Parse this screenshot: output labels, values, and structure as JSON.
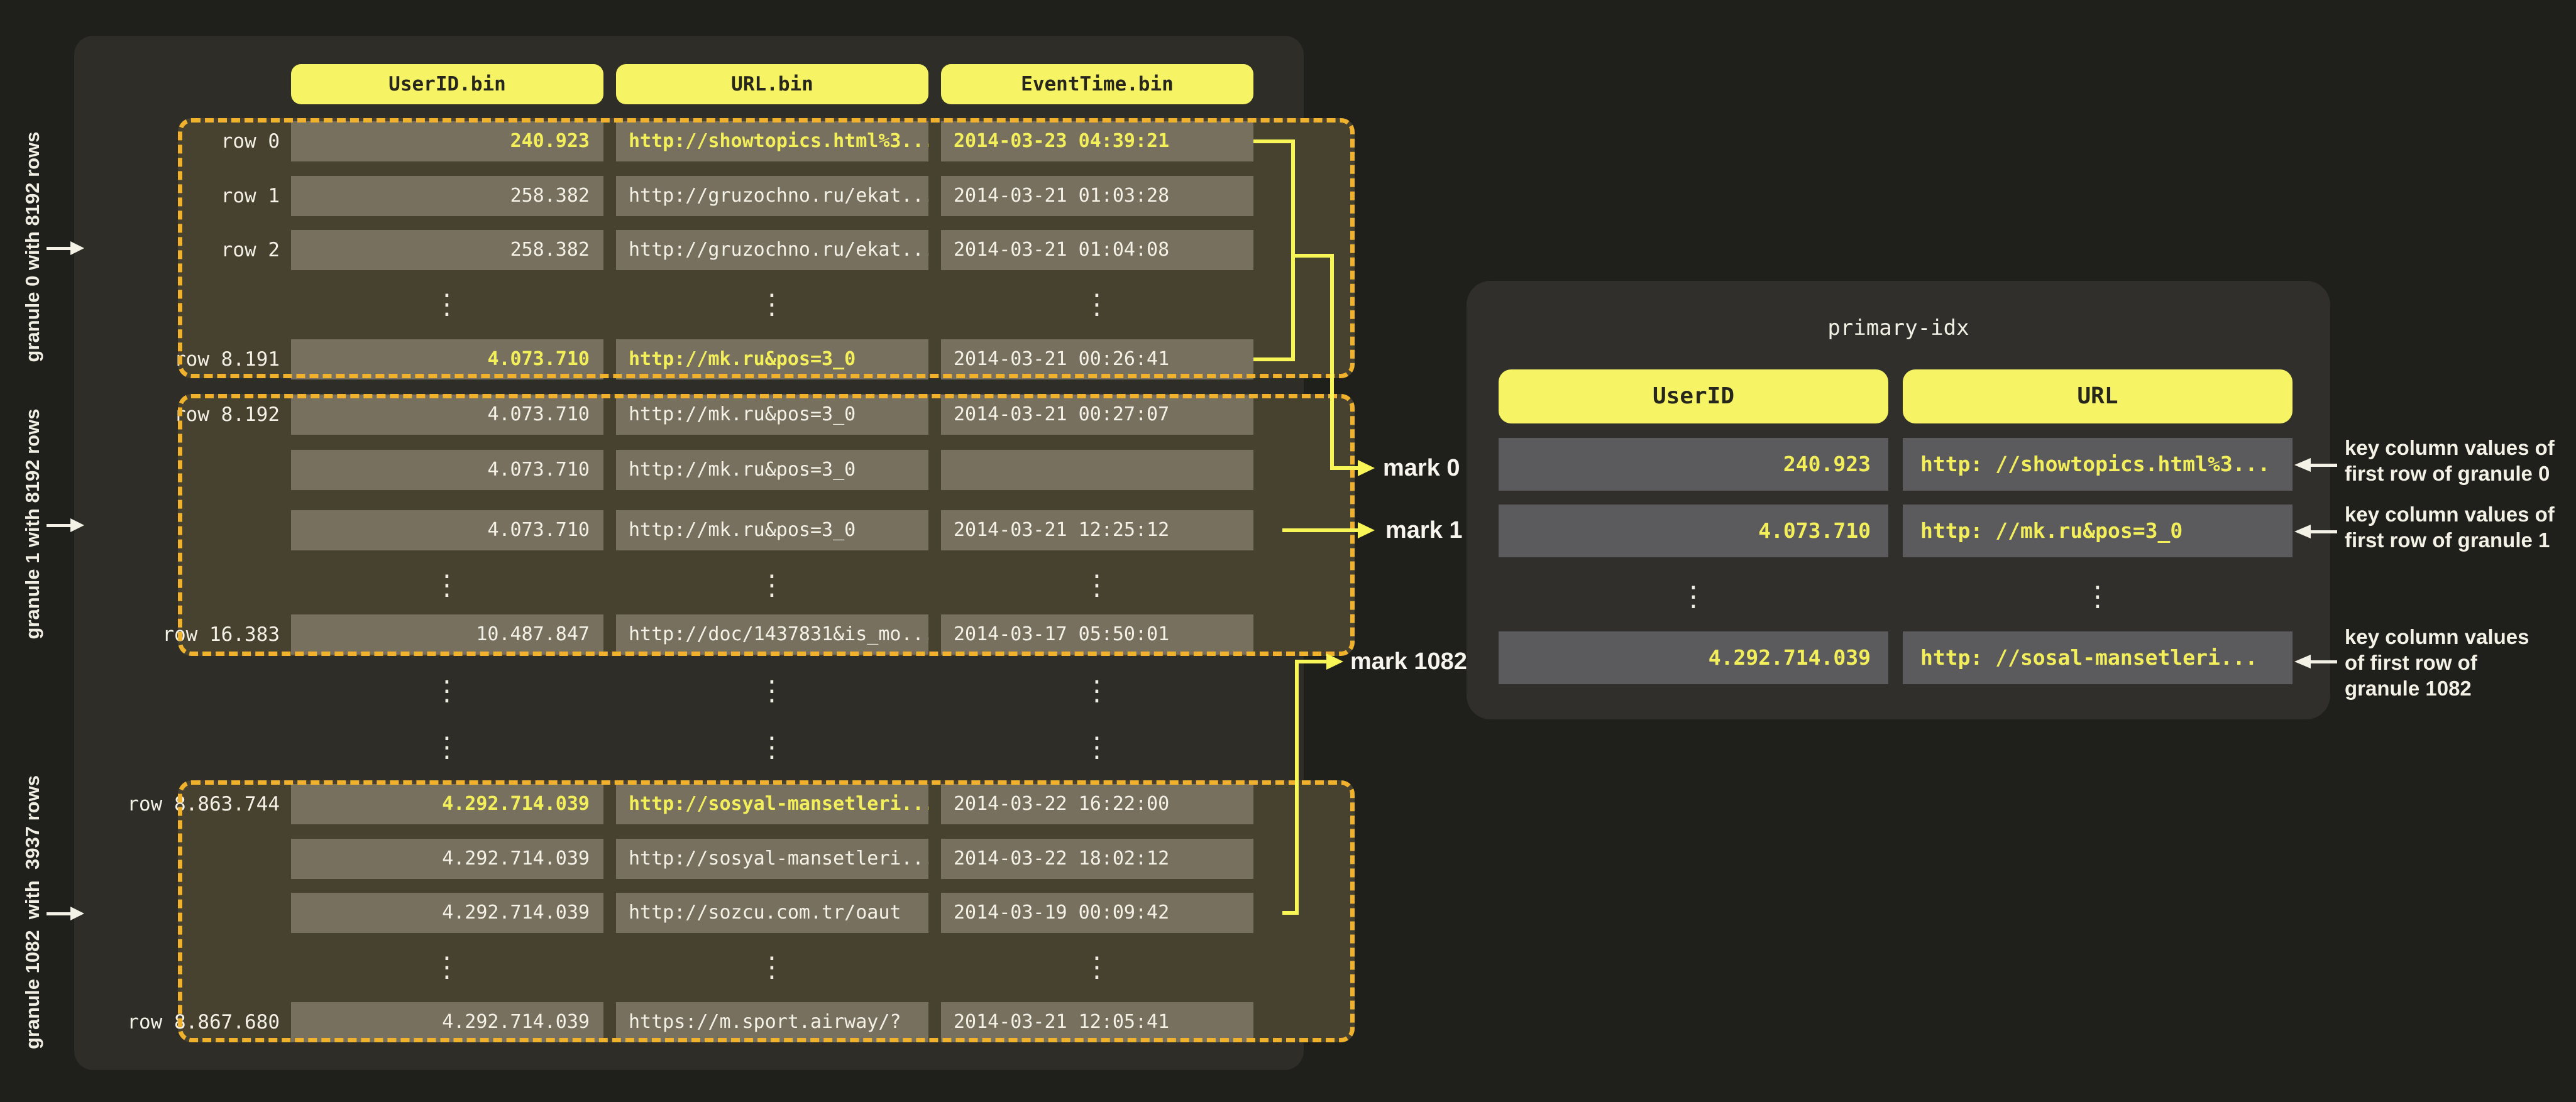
{
  "left_panel": {
    "headers": [
      "UserID.bin",
      "URL.bin",
      "EventTime.bin"
    ],
    "granule_labels": [
      "granule 0 with 8192 rows",
      "granule 1 with 8192 rows",
      "granule 1082  with  3937 rows"
    ],
    "rows": {
      "g0r0": {
        "label": "row 0",
        "user_id": "240.923",
        "url": "http://showtopics.html%3...",
        "event_time": "2014-03-23 04:39:21"
      },
      "g0r1": {
        "label": "row 1",
        "user_id": "258.382",
        "url": "http://gruzochno.ru/ekat...",
        "event_time": "2014-03-21 01:03:28"
      },
      "g0r2": {
        "label": "row 2",
        "user_id": "258.382",
        "url": "http://gruzochno.ru/ekat...",
        "event_time": "2014-03-21 01:04:08"
      },
      "g0r3": {
        "label": "row 8.191",
        "user_id": "4.073.710",
        "url": "http://mk.ru&pos=3_0",
        "event_time": "2014-03-21 00:26:41"
      },
      "g1r0": {
        "label": "row 8.192",
        "user_id": "4.073.710",
        "url": "http://mk.ru&pos=3_0",
        "event_time": "2014-03-21 00:27:07"
      },
      "g1r1": {
        "label": "",
        "user_id": "4.073.710",
        "url": "http://mk.ru&pos=3_0",
        "event_time": ""
      },
      "g1r2": {
        "label": "",
        "user_id": "4.073.710",
        "url": "http://mk.ru&pos=3_0",
        "event_time": "2014-03-21 12:25:12"
      },
      "g1r3": {
        "label": "row 16.383",
        "user_id": "10.487.847",
        "url": "http://doc/1437831&is_mo...",
        "event_time": "2014-03-17 05:50:01"
      },
      "g2r0": {
        "label": "row 8.863.744",
        "user_id": "4.292.714.039",
        "url": "http://sosyal-mansetleri...",
        "event_time": "2014-03-22 16:22:00"
      },
      "g2r1": {
        "label": "",
        "user_id": "4.292.714.039",
        "url": "http://sosyal-mansetleri...",
        "event_time": "2014-03-22 18:02:12"
      },
      "g2r2": {
        "label": "",
        "user_id": "4.292.714.039",
        "url": "http://sozcu.com.tr/oaut",
        "event_time": "2014-03-19 00:09:42"
      },
      "g2r3": {
        "label": "row 8.867.680",
        "user_id": "4.292.714.039",
        "url": "https://m.sport.airway/?",
        "event_time": "2014-03-21 12:05:41"
      }
    }
  },
  "marks": {
    "m0": "mark 0",
    "m1": "mark 1",
    "m1082": "mark 1082"
  },
  "primary_index": {
    "title": "primary-idx",
    "headers": [
      "UserID",
      "URL"
    ],
    "rows": [
      {
        "user_id": "240.923",
        "url": "http: //showtopics.html%3..."
      },
      {
        "user_id": "4.073.710",
        "url": "http: //mk.ru&pos=3_0"
      },
      {
        "user_id": "4.292.714.039",
        "url": "http: //sosal-mansetleri..."
      }
    ]
  },
  "annotations": {
    "granule0": [
      "key column values of",
      "first row of granule 0"
    ],
    "granule1": [
      "key column values of",
      "first row of granule 1"
    ],
    "granule1082": [
      "key column values",
      "of first row of",
      "granule 1082"
    ]
  },
  "glyphs": {
    "vertical_ellipsis": "⋮"
  },
  "colors": {
    "page_bg": "#1f1f1b",
    "panel_bg": "#2e2d28",
    "granule_bg": "#474130",
    "granule_dash": "#f0b22d",
    "cell_bg_left": "#77705f",
    "cell_bg_right": "#5b5b5d",
    "header_pill": "#f6f464",
    "connector_yellow": "#f8f557",
    "highlight_text": "#f3ef5b",
    "text_white": "#f4f1e6"
  }
}
